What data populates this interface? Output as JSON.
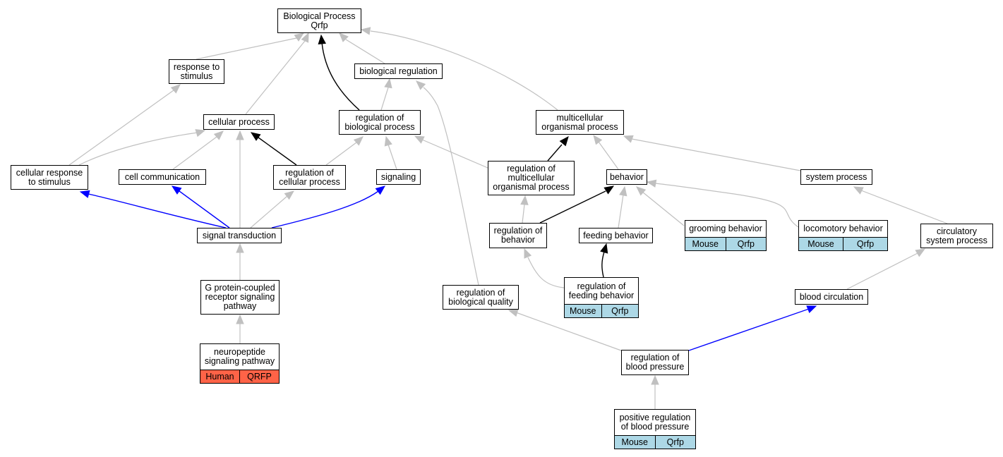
{
  "colors": {
    "is_a_edge": "#c0c0c0",
    "part_of_edge": "#000000",
    "regulates_edge": "#0000ff",
    "mouse_annotation": "#add8e6",
    "human_annotation": "#ff6347"
  },
  "nodes": {
    "root": {
      "label": "Biological Process\nQrfp"
    },
    "response_to_stimulus": {
      "label": "response to\nstimulus"
    },
    "biological_regulation": {
      "label": "biological regulation"
    },
    "cellular_process": {
      "label": "cellular process"
    },
    "regulation_of_biological_process": {
      "label": "regulation of\nbiological process"
    },
    "multicellular_organismal_process": {
      "label": "multicellular\norganismal process"
    },
    "cellular_response_to_stimulus": {
      "label": "cellular response\nto stimulus"
    },
    "cell_communication": {
      "label": "cell communication"
    },
    "regulation_of_cellular_process": {
      "label": "regulation of\ncellular process"
    },
    "signaling": {
      "label": "signaling"
    },
    "regulation_of_multicellular_organismal_process": {
      "label": "regulation of\nmulticellular\norganismal process"
    },
    "behavior": {
      "label": "behavior"
    },
    "system_process": {
      "label": "system process"
    },
    "signal_transduction": {
      "label": "signal transduction"
    },
    "regulation_of_behavior": {
      "label": "regulation of\nbehavior"
    },
    "feeding_behavior": {
      "label": "feeding behavior"
    },
    "grooming_behavior": {
      "label": "grooming behavior",
      "species": "Mouse",
      "gene": "Qrfp"
    },
    "locomotory_behavior": {
      "label": "locomotory behavior",
      "species": "Mouse",
      "gene": "Qrfp"
    },
    "circulatory_system_process": {
      "label": "circulatory\nsystem process"
    },
    "gpcr_signaling_pathway": {
      "label": "G protein-coupled\nreceptor signaling\npathway"
    },
    "regulation_of_feeding_behavior": {
      "label": "regulation of\nfeeding behavior",
      "species": "Mouse",
      "gene": "Qrfp"
    },
    "regulation_of_biological_quality": {
      "label": "regulation of\nbiological quality"
    },
    "blood_circulation": {
      "label": "blood circulation"
    },
    "neuropeptide_signaling_pathway": {
      "label": "neuropeptide\nsignaling pathway",
      "species": "Human",
      "gene": "QRFP"
    },
    "regulation_of_blood_pressure": {
      "label": "regulation of\nblood pressure"
    },
    "positive_regulation_of_blood_pressure": {
      "label": "positive regulation\nof blood pressure",
      "species": "Mouse",
      "gene": "Qrfp"
    }
  },
  "edges": [
    {
      "from": "response_to_stimulus",
      "to": "root",
      "type": "is_a"
    },
    {
      "from": "cellular_process",
      "to": "root",
      "type": "is_a"
    },
    {
      "from": "regulation_of_biological_process",
      "to": "root",
      "type": "part_of"
    },
    {
      "from": "biological_regulation",
      "to": "root",
      "type": "is_a"
    },
    {
      "from": "multicellular_organismal_process",
      "to": "root",
      "type": "is_a"
    },
    {
      "from": "regulation_of_biological_process",
      "to": "biological_regulation",
      "type": "is_a"
    },
    {
      "from": "regulation_of_biological_quality",
      "to": "biological_regulation",
      "type": "is_a"
    },
    {
      "from": "cellular_response_to_stimulus",
      "to": "response_to_stimulus",
      "type": "is_a"
    },
    {
      "from": "cellular_response_to_stimulus",
      "to": "cellular_process",
      "type": "is_a"
    },
    {
      "from": "cell_communication",
      "to": "cellular_process",
      "type": "is_a"
    },
    {
      "from": "signal_transduction",
      "to": "cellular_process",
      "type": "is_a"
    },
    {
      "from": "regulation_of_cellular_process",
      "to": "cellular_process",
      "type": "part_of"
    },
    {
      "from": "regulation_of_cellular_process",
      "to": "regulation_of_biological_process",
      "type": "is_a"
    },
    {
      "from": "signaling",
      "to": "regulation_of_biological_process",
      "type": "is_a"
    },
    {
      "from": "regulation_of_multicellular_organismal_process",
      "to": "regulation_of_biological_process",
      "type": "is_a"
    },
    {
      "from": "regulation_of_multicellular_organismal_process",
      "to": "multicellular_organismal_process",
      "type": "part_of"
    },
    {
      "from": "behavior",
      "to": "multicellular_organismal_process",
      "type": "is_a"
    },
    {
      "from": "system_process",
      "to": "multicellular_organismal_process",
      "type": "is_a"
    },
    {
      "from": "signal_transduction",
      "to": "cellular_response_to_stimulus",
      "type": "regulates"
    },
    {
      "from": "signal_transduction",
      "to": "cell_communication",
      "type": "regulates"
    },
    {
      "from": "signal_transduction",
      "to": "regulation_of_cellular_process",
      "type": "is_a"
    },
    {
      "from": "signal_transduction",
      "to": "signaling",
      "type": "regulates"
    },
    {
      "from": "regulation_of_behavior",
      "to": "regulation_of_multicellular_organismal_process",
      "type": "is_a"
    },
    {
      "from": "regulation_of_behavior",
      "to": "behavior",
      "type": "part_of"
    },
    {
      "from": "feeding_behavior",
      "to": "behavior",
      "type": "is_a"
    },
    {
      "from": "grooming_behavior",
      "to": "behavior",
      "type": "is_a"
    },
    {
      "from": "locomotory_behavior",
      "to": "behavior",
      "type": "is_a"
    },
    {
      "from": "circulatory_system_process",
      "to": "system_process",
      "type": "is_a"
    },
    {
      "from": "gpcr_signaling_pathway",
      "to": "signal_transduction",
      "type": "is_a"
    },
    {
      "from": "regulation_of_feeding_behavior",
      "to": "regulation_of_behavior",
      "type": "is_a"
    },
    {
      "from": "regulation_of_feeding_behavior",
      "to": "feeding_behavior",
      "type": "part_of"
    },
    {
      "from": "blood_circulation",
      "to": "circulatory_system_process",
      "type": "is_a"
    },
    {
      "from": "neuropeptide_signaling_pathway",
      "to": "gpcr_signaling_pathway",
      "type": "is_a"
    },
    {
      "from": "regulation_of_blood_pressure",
      "to": "regulation_of_biological_quality",
      "type": "is_a"
    },
    {
      "from": "regulation_of_blood_pressure",
      "to": "blood_circulation",
      "type": "regulates"
    },
    {
      "from": "positive_regulation_of_blood_pressure",
      "to": "regulation_of_blood_pressure",
      "type": "is_a"
    }
  ]
}
